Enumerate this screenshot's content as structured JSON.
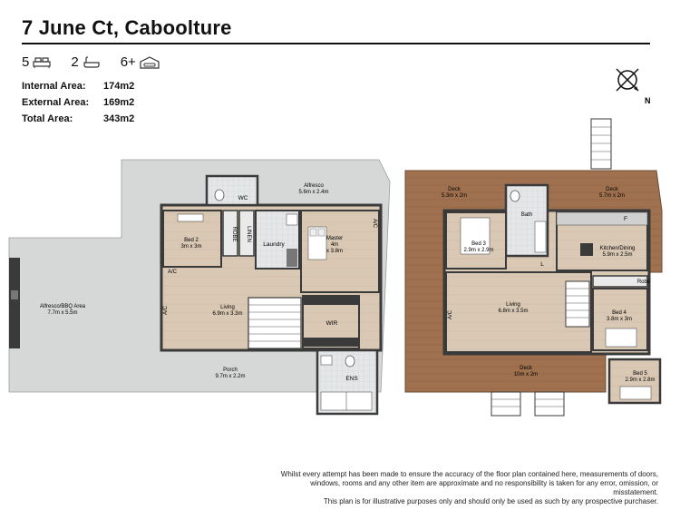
{
  "header": {
    "title": "7 June Ct, Caboolture"
  },
  "features": {
    "bedrooms": "5",
    "bathrooms": "2",
    "parking": "6+"
  },
  "areas": [
    {
      "label": "Internal Area:",
      "value": "174m2"
    },
    {
      "label": "External Area:",
      "value": "169m2"
    },
    {
      "label": "Total Area:",
      "value": "343m2"
    }
  ],
  "compass": {
    "north_label": "N"
  },
  "rooms": {
    "alfresco": {
      "name": "Alfresco",
      "size": "5.6m x 2.4m"
    },
    "wc": {
      "name": "WC"
    },
    "bed2": {
      "name": "Bed 2",
      "size": "3m x 3m"
    },
    "robe_vertical": "ROBE",
    "linen_vertical": "LINEN",
    "laundry": {
      "name": "Laundry"
    },
    "master": {
      "name": "Master",
      "size1": "4m",
      "size2": "x 3.8m"
    },
    "ac": "A/C",
    "living_left": {
      "name": "Living",
      "size": "6.9m x 3.3m"
    },
    "wir": {
      "name": "WIR"
    },
    "alfresco_bbq": {
      "name": "Alfresco/BBQ Area",
      "size": "7.7m x 5.5m"
    },
    "porch": {
      "name": "Porch",
      "size": "9.7m x 2.2m"
    },
    "ens": {
      "name": "ENS"
    },
    "deck_left": {
      "name": "Deck",
      "size": "5.3m x 2m"
    },
    "bath": {
      "name": "Bath"
    },
    "deck_right": {
      "name": "Deck",
      "size": "5.7m x 2m"
    },
    "bed3": {
      "name": "Bed 3",
      "size": "2.9m x 2.9m"
    },
    "kitchen": {
      "name": "Kitchen/Dining",
      "size": "5.9m x 2.5m"
    },
    "f_label": "F",
    "l_label": "L",
    "robe": {
      "name": "Robe"
    },
    "living_right": {
      "name": "Living",
      "size": "6.8m x 3.5m"
    },
    "bed4": {
      "name": "Bed 4",
      "size": "3.8m x 3m"
    },
    "deck_bottom": {
      "name": "Deck",
      "size": "10m x 2m"
    },
    "bed5": {
      "name": "Bed 5",
      "size": "2.9m x 2.8m"
    }
  },
  "disclaimer": {
    "line1": "Whilst every attempt has been made to ensure the accuracy of the floor plan contained here, measurements of doors,",
    "line2": "windows, rooms and any other item are approximate and no responsibility is taken for any error, omission, or misstatement.",
    "line3": "This plan is for illustrative purposes only and should only be used as such by any prospective purchaser."
  },
  "colors": {
    "deck": "#a0714f",
    "floor": "#d9c8b4",
    "paved": "#d6d8d8",
    "wet": "#c4c7c9",
    "wall": "#3a3a3a"
  }
}
